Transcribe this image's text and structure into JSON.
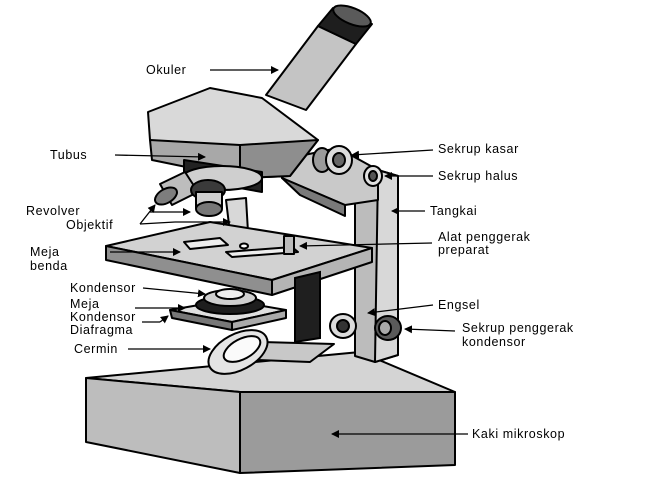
{
  "labels": {
    "okuler": "Okuler",
    "tubus": "Tubus",
    "revolver": "Revolver",
    "objektif": "Objektif",
    "meja_benda": [
      "Meja",
      "benda"
    ],
    "kondensor": "Kondensor",
    "meja_kondensor": [
      "Meja",
      "Kondensor"
    ],
    "diafragma": "Diafragma",
    "cermin": "Cermin",
    "sekrup_kasar": "Sekrup kasar",
    "sekrup_halus": "Sekrup halus",
    "tangkai": "Tangkai",
    "alat_penggerak_preparat": [
      "Alat penggerak",
      "preparat"
    ],
    "engsel": "Engsel",
    "sekrup_penggerak_kondensor": [
      "Sekrup penggerak",
      "kondensor"
    ],
    "kaki_mikroskop": "Kaki mikroskop"
  }
}
